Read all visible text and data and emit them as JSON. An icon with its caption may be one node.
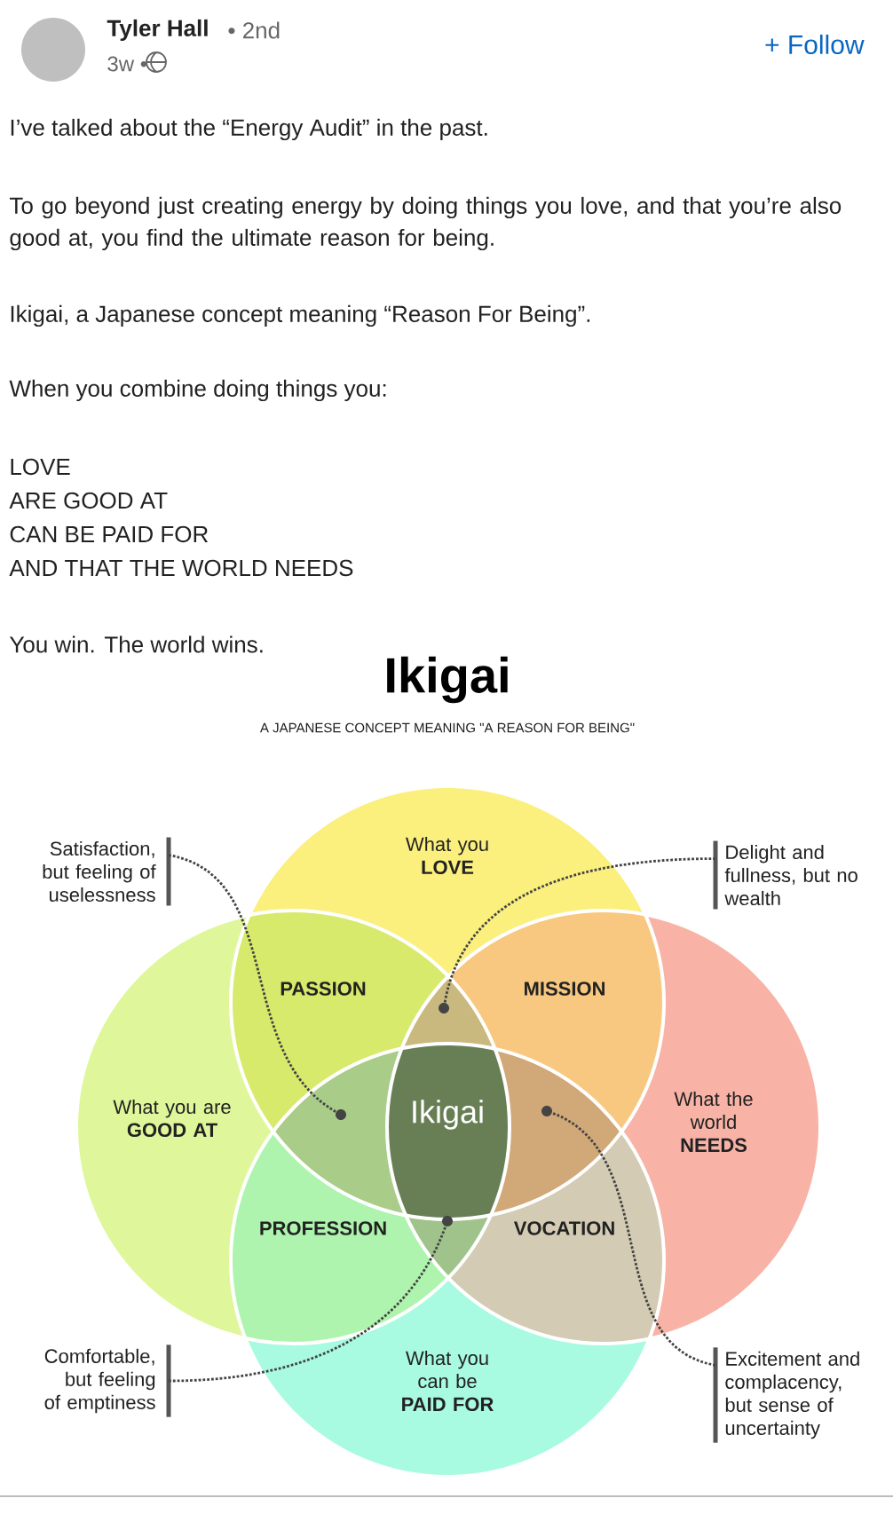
{
  "diagram": {
    "title": "Ikigai",
    "nodes": [
      {
        "text": [
          "What you",
          "LOVE"
        ]
      },
      {
        "text": [
          "What you are",
          "GOOD AT"
        ]
      },
      {
        "text": [
          "What the world",
          "NEEDS"
        ]
      },
      {
        "text": [
          "What you can be",
          "PAID FOR"
        ]
      },
      {
        "text": [
          "PASSION"
        ]
      },
      {
        "text": [
          "MISSION"
        ]
      },
      {
        "text": [
          "PROFESSION"
        ]
      },
      {
        "text": [
          "VOCATION"
        ]
      },
      {
        "text": [
          "Ikigai"
        ]
      },
      {
        "text": [
          "Satisfaction, but feeling of uselessness"
        ]
      },
      {
        "text": [
          "Delight and fullness, but no wealth"
        ]
      },
      {
        "text": [
          "Comfortable, but feeling of emptiness"
        ]
      },
      {
        "text": [
          "Excitement and complacency, but sense of uncertainty"
        ]
      },
      {
        "text": [],
        "shape": "circle"
      },
      {
        "text": [],
        "shape": "circle"
      },
      {
        "text": [],
        "shape": "circle"
      },
      {
        "text": [],
        "shape": "circle"
      }
    ],
    "edges": [
      {
        "from": 9,
        "to": 14,
        "arrow": "none"
      },
      {
        "from": 10,
        "to": 13,
        "arrow": "none"
      },
      {
        "from": 11,
        "to": 16,
        "arrow": "none"
      },
      {
        "from": 12,
        "to": 15,
        "arrow": "none"
      }
    ],
    "labels": [
      "Tyler Hall",
      "• 2nd",
      "3w •",
      "+ Follow",
      "I’ve talked about the “Energy Audit” in the past.",
      "To go beyond just creating energy by doing things you love, and that you’re also good at, you find the ultimate reason for being.",
      "Ikigai, a Japanese concept meaning “Reason For Being”.",
      "When you combine doing things you:",
      "LOVE",
      "ARE GOOD AT",
      "CAN BE PAID FOR",
      "AND THAT THE WORLD NEEDS",
      "You win. The world wins.",
      "A JAPANESE CONCEPT MEANING \"A REASON FOR BEING\""
    ]
  }
}
